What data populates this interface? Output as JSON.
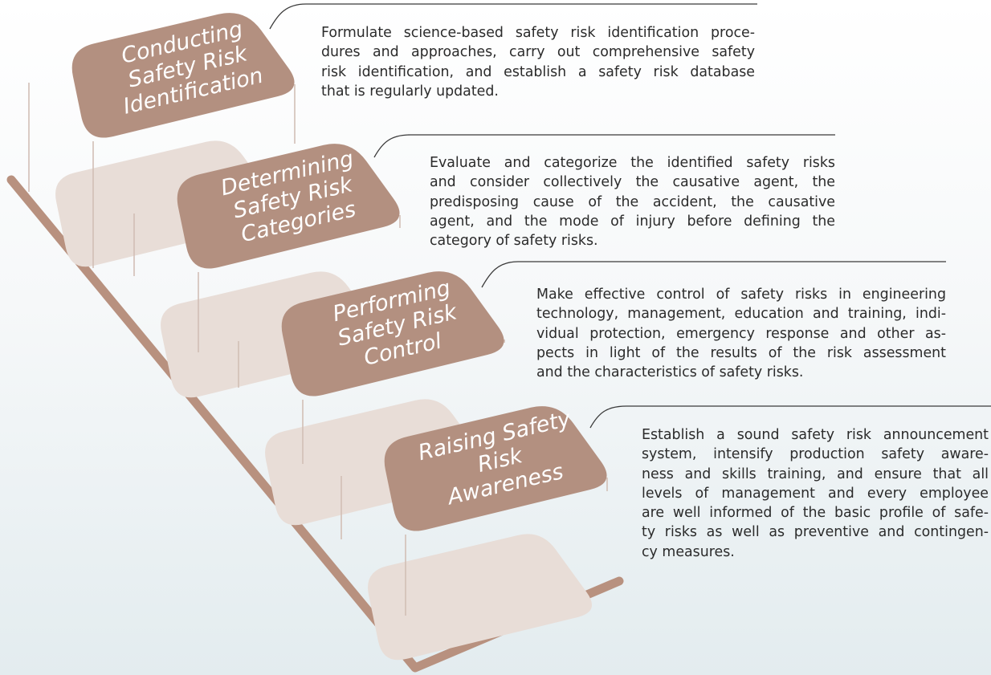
{
  "colors": {
    "card": "#b39080",
    "shadow": "#e8ddd7",
    "leg": "#d2bfb6",
    "slope": "#b8917f",
    "leader": "#3a3a3a",
    "title_text": "#ffffff",
    "desc_text": "#2b2b2b"
  },
  "steps": [
    {
      "title_lines": [
        "Conducting",
        "Safety Risk",
        "Identification"
      ],
      "description_lines": [
        "Formulate science-based safety risk identification proce-",
        "dures and approaches, carry out comprehensive safety",
        "risk identification, and establish a safety risk database",
        "that is regularly updated."
      ]
    },
    {
      "title_lines": [
        "Determining",
        "Safety Risk",
        "Categories"
      ],
      "description_lines": [
        "Evaluate and categorize the identified safety risks",
        "and consider collectively the causative agent, the",
        "predisposing cause of the accident, the causative",
        "agent, and the mode of injury before defining the",
        "category of safety risks."
      ]
    },
    {
      "title_lines": [
        "Performing",
        "Safety Risk",
        "Control"
      ],
      "description_lines": [
        "Make effective control of safety risks in engineering",
        "technology, management, education and training, indi-",
        "vidual protection, emergency response and other as-",
        "pects in light of the results of the risk assessment",
        "and the characteristics of safety risks."
      ]
    },
    {
      "title_lines": [
        "Raising Safety",
        "Risk",
        "Awareness"
      ],
      "description_lines": [
        "Establish a sound safety risk announcement",
        "system, intensify production safety aware-",
        "ness and skills training, and ensure that all",
        "levels of management and every employee",
        "are well informed of the basic profile of safe-",
        "ty risks as well as preventive and contingen-",
        "cy measures."
      ]
    }
  ]
}
